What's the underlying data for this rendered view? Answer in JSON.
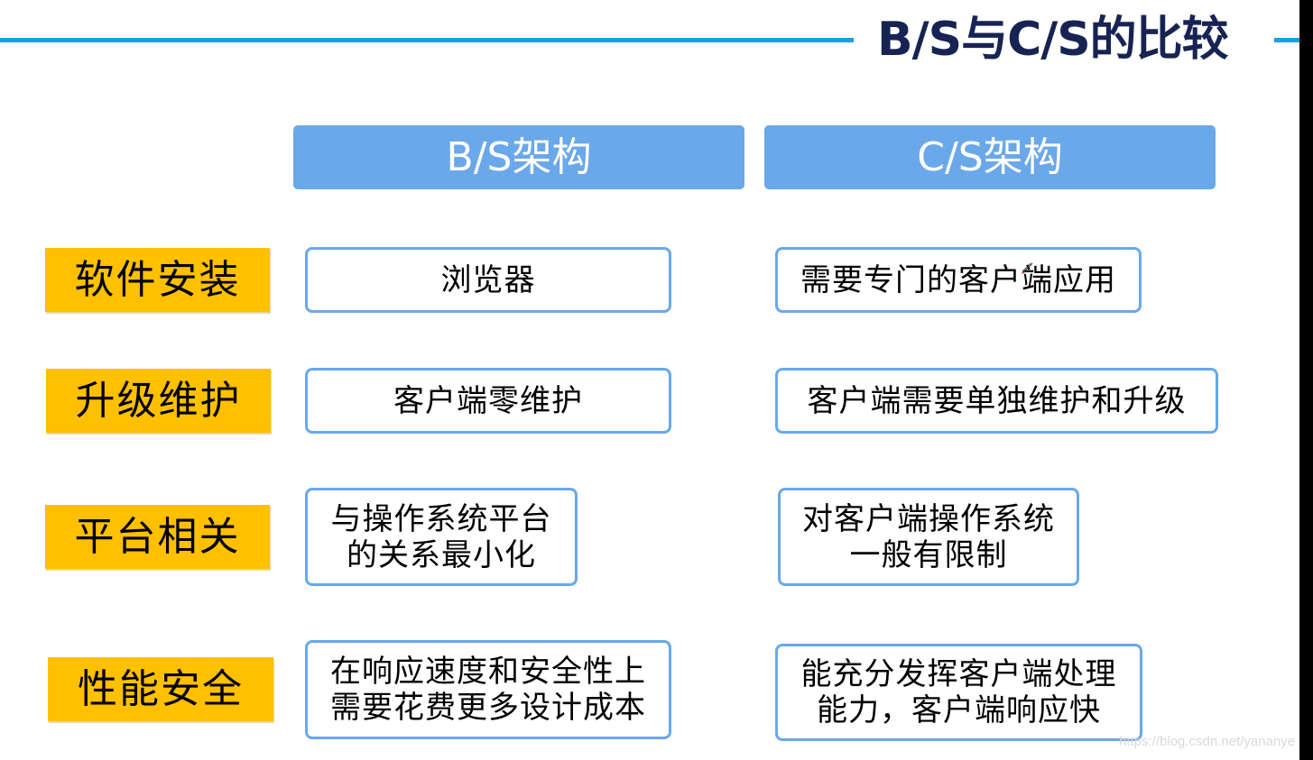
{
  "slide": {
    "title": "B/S与C/S的比较",
    "colors": {
      "title_text": "#172353",
      "accent_line": "#1a9fe0",
      "header_fill": "#6aa8ea",
      "label_fill": "#ffc000",
      "cell_border": "#6aa8ea"
    }
  },
  "columns": [
    {
      "label": "B/S架构"
    },
    {
      "label": "C/S架构"
    }
  ],
  "rows": [
    {
      "label": "软件安装",
      "bs": "浏览器",
      "cs": "需要专门的客户端应用"
    },
    {
      "label": "升级维护",
      "bs": "客户端零维护",
      "cs": "客户端需要单独维护和升级"
    },
    {
      "label": "平台相关",
      "bs": "与操作系统平台\n的关系最小化",
      "cs": "对客户端操作系统\n一般有限制"
    },
    {
      "label": "性能安全",
      "bs": "在响应速度和安全性上\n需要花费更多设计成本",
      "cs": "能充分发挥客户端处理\n能力，客户端响应快"
    }
  ],
  "watermark": "https://blog.csdn.net/yananye"
}
